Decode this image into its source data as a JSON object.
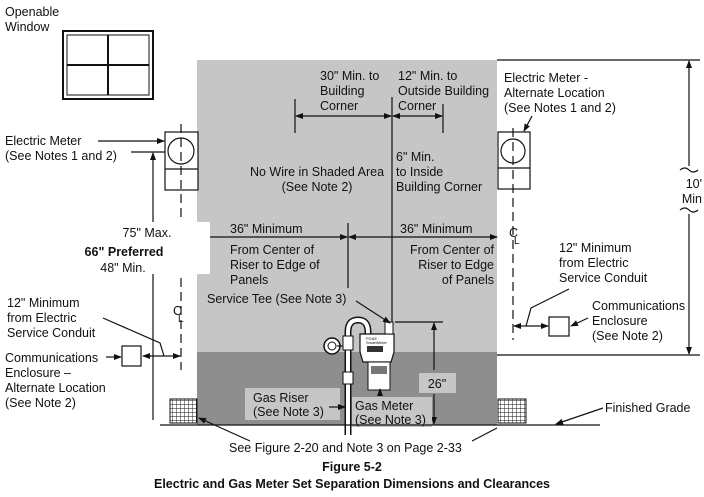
{
  "figure": {
    "number": "Figure 5-2",
    "title": "Electric and Gas Meter Set Separation Dimensions and Clearances"
  },
  "labels": {
    "window": [
      "Openable",
      "Window"
    ],
    "top_left_dim": [
      "30\" Min. to",
      "Building",
      "Corner"
    ],
    "top_right_dim": [
      "12\" Min. to",
      "Outside Building",
      "Corner"
    ],
    "alt_meter": [
      "Electric Meter -",
      "Alternate Location",
      "(See Notes 1 and 2)"
    ],
    "electric_meter": [
      "Electric Meter",
      "(See Notes 1 and 2)"
    ],
    "no_wire": [
      "No Wire in Shaded Area",
      "(See Note 2)"
    ],
    "inside_corner": [
      "6\" Min.",
      "to Inside",
      "Building Corner"
    ],
    "height_range": {
      "max": "75\" Max.",
      "preferred": "66\" Preferred",
      "min": "48\" Min."
    },
    "left_36": [
      "36\" Minimum",
      "From Center of",
      "Riser to Edge of",
      "Panels"
    ],
    "right_36": [
      "36\" Minimum",
      "From Center of",
      "Riser to Edge",
      "of Panels"
    ],
    "ten_ft": [
      "10'",
      "Min"
    ],
    "centerline": "C",
    "centerline_sub": "L",
    "right_12": [
      "12\" Minimum",
      "from Electric",
      "Service Conduit"
    ],
    "left_12": [
      "12\" Minimum",
      "from Electric",
      "Service Conduit"
    ],
    "right_comms": [
      "Communications",
      "Enclosure",
      "(See Note 2)"
    ],
    "left_comms": [
      "Communications",
      "Enclosure  –",
      "Alternate Location",
      "(See Note 2)"
    ],
    "service_tee": "Service Tee (See Note 3)",
    "gas_riser": [
      "Gas Riser",
      "(See Note 3)"
    ],
    "gas_meter": [
      "Gas Meter",
      "(See Note 3)"
    ],
    "dim_26": "26\"",
    "finished_grade": "Finished Grade",
    "bottom_note": "See Figure 2-20 and Note 3 on Page 2-33",
    "meter_brand": [
      "PG&E",
      "SmartMeter"
    ]
  },
  "colors": {
    "shaded_area": "#c6c6c6",
    "lower_wall": "#8e8e8e",
    "label_box": "#c6c6c6"
  }
}
